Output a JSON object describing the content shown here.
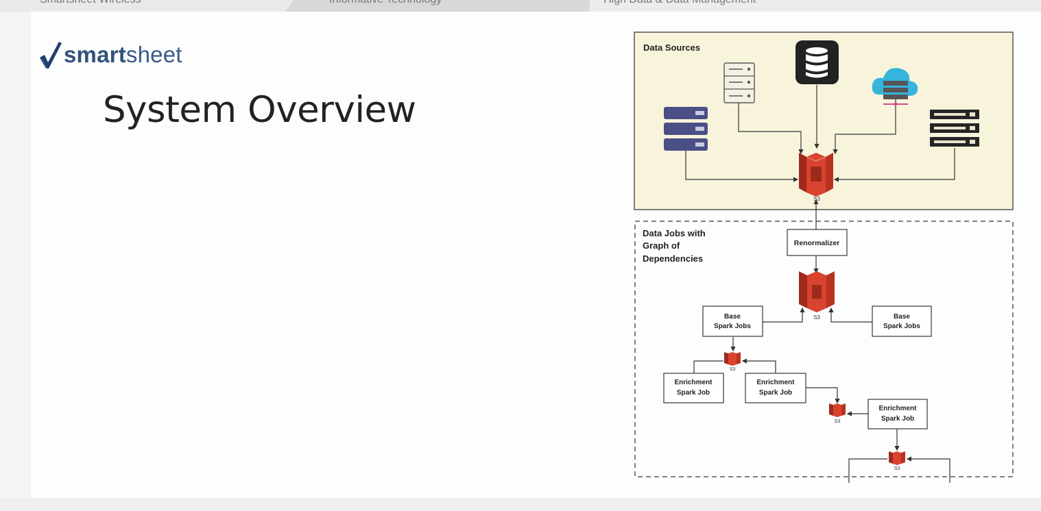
{
  "breadcrumb": [
    {
      "label": "Smartsheet Wireless"
    },
    {
      "label": "Informative Technology"
    },
    {
      "label": "High Data & Data Management"
    }
  ],
  "logo": {
    "word_bold": "smart",
    "word_rest": "sheet"
  },
  "slide": {
    "title": "System Overview"
  },
  "diagram": {
    "sources_label": "Data Sources",
    "jobs_label_lines": [
      "Data Jobs with",
      "Graph of",
      "Dependencies"
    ],
    "s3_label": "S3",
    "renormalizer": "Renormalizer",
    "base_jobs": [
      "Base",
      "Spark Jobs"
    ],
    "enrichment_job": [
      "Enrichment",
      "Spark Job"
    ],
    "colors": {
      "sources_bg": "#f8f4dc",
      "s3_red": "#d9432f",
      "s3_dark": "#9e2a1c",
      "server_navy": "#4a4f86",
      "db_black": "#222222",
      "cloud_blue": "#35b4dc"
    }
  }
}
